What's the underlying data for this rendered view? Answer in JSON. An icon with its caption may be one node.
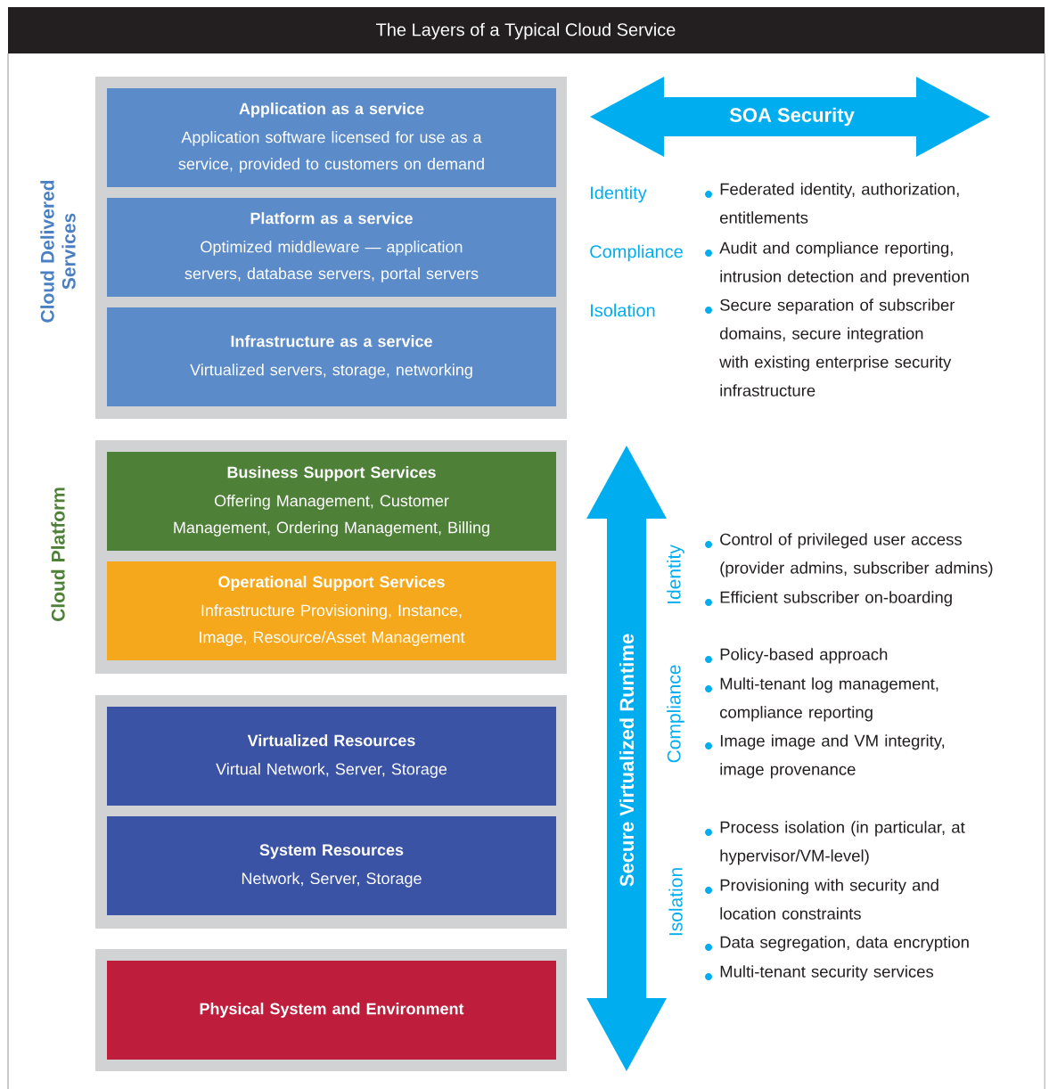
{
  "diagram": {
    "title": "The Layers of a Typical Cloud Service",
    "nodes": [
      {
        "text": [
          "Cloud Delivered Services"
        ]
      },
      {
        "text": [
          "Application as a service",
          "Application software licensed for use as a service, provided to customers on demand"
        ],
        "in": 0
      },
      {
        "text": [
          "Platform as a service",
          "Optimized middleware — application servers, database servers, portal servers"
        ],
        "in": 0
      },
      {
        "text": [
          "Infrastructure as a service",
          "Virtualized servers, storage, networking"
        ],
        "in": 0
      },
      {
        "text": [
          "Cloud Platform"
        ]
      },
      {
        "text": [
          "Business Support Services",
          "Offering Management, Customer Management, Ordering Management, Billing"
        ],
        "in": 4
      },
      {
        "text": [
          "Operational Support Services",
          "Infrastructure Provisioning, Instance, Image, Resource/Asset Management"
        ],
        "in": 4
      },
      {
        "text": [],
        "shape": "box"
      },
      {
        "text": [
          "Virtualized Resources",
          "Virtual Network, Server, Storage"
        ],
        "in": 7
      },
      {
        "text": [
          "System Resources",
          "Network, Server, Storage"
        ],
        "in": 7
      },
      {
        "text": [],
        "shape": "box"
      },
      {
        "text": [
          "Physical System and Environment"
        ],
        "in": 10
      },
      {
        "text": [
          "SOA Security"
        ]
      },
      {
        "text": [
          "Secure Virtualized Runtime"
        ]
      }
    ],
    "labels": [
      "Identity",
      "Federated identity, authorization, entitlements",
      "Compliance",
      "Audit and compliance reporting, intrusion detection and prevention",
      "Isolation",
      "Secure separation of subscriber domains, secure integration with existing enterprise security infrastructure",
      "Identity",
      "Control of privileged user access (provider admins, subscriber admins)",
      "Efficient subscriber on-boarding",
      "Compliance",
      "Policy-based approach",
      "Multi-tenant log management, compliance reporting",
      "Image image and VM integrity, image provenance",
      "Isolation",
      "Process isolation (in particular, at hypervisor/VM-level)",
      "Provisioning with security and location constraints",
      "Data segregation, data encryption",
      "Multi-tenant security services"
    ]
  }
}
